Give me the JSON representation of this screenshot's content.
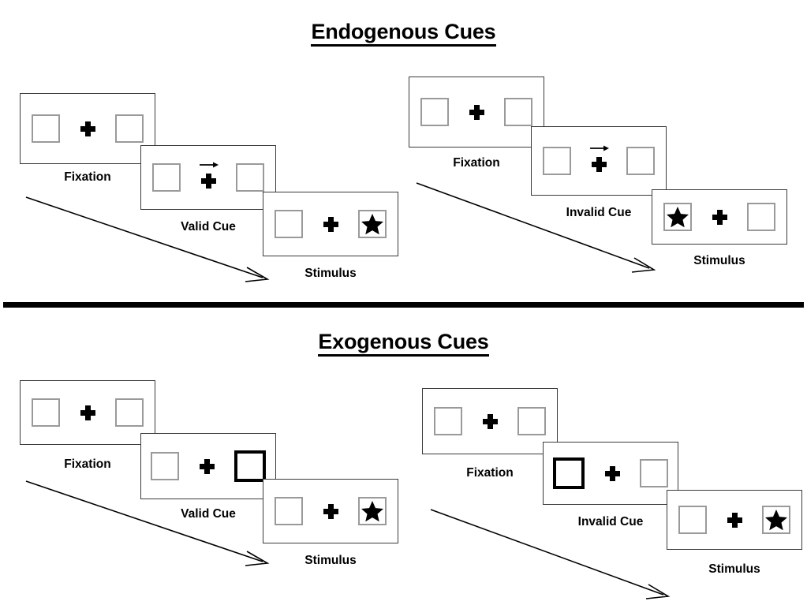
{
  "figure": {
    "background": "#ffffff",
    "line_color": "#3a3a3a",
    "box_color": "#9a9a9a",
    "accent_color": "#000000"
  },
  "sections": [
    {
      "id": "endogenous",
      "title": "Endogenous Cues",
      "sequences": [
        {
          "id": "endogenous-valid",
          "frames": [
            {
              "caption": "Fixation",
              "left_box": "empty",
              "right_box": "empty",
              "cue": "none"
            },
            {
              "caption": "Valid Cue",
              "left_box": "empty",
              "right_box": "empty",
              "cue": "arrow-right"
            },
            {
              "caption": "Stimulus",
              "left_box": "empty",
              "right_box": "star",
              "cue": "none"
            }
          ]
        },
        {
          "id": "endogenous-invalid",
          "frames": [
            {
              "caption": "Fixation",
              "left_box": "empty",
              "right_box": "empty",
              "cue": "none"
            },
            {
              "caption": "Invalid Cue",
              "left_box": "empty",
              "right_box": "empty",
              "cue": "arrow-right"
            },
            {
              "caption": "Stimulus",
              "left_box": "star",
              "right_box": "empty",
              "cue": "none"
            }
          ]
        }
      ]
    },
    {
      "id": "exogenous",
      "title": "Exogenous Cues",
      "sequences": [
        {
          "id": "exogenous-valid",
          "frames": [
            {
              "caption": "Fixation",
              "left_box": "empty",
              "right_box": "empty",
              "cue": "none"
            },
            {
              "caption": "Valid Cue",
              "left_box": "empty",
              "right_box": "highlight",
              "cue": "none"
            },
            {
              "caption": "Stimulus",
              "left_box": "empty",
              "right_box": "star",
              "cue": "none"
            }
          ]
        },
        {
          "id": "exogenous-invalid",
          "frames": [
            {
              "caption": "Fixation",
              "left_box": "empty",
              "right_box": "empty",
              "cue": "none"
            },
            {
              "caption": "Invalid Cue",
              "left_box": "highlight",
              "right_box": "empty",
              "cue": "none"
            },
            {
              "caption": "Stimulus",
              "left_box": "empty",
              "right_box": "star",
              "cue": "none"
            }
          ]
        }
      ]
    }
  ],
  "labels": {
    "endogenous_title": "Endogenous Cues",
    "exogenous_title": "Exogenous Cues",
    "fixation": "Fixation",
    "valid_cue": "Valid Cue",
    "invalid_cue": "Invalid Cue",
    "stimulus": "Stimulus"
  },
  "icons": {
    "fixation_cross": "fixation-cross-icon",
    "cue_arrow": "arrow-right-icon",
    "target_star": "star-icon",
    "timeline": "timeline-arrow-icon"
  }
}
